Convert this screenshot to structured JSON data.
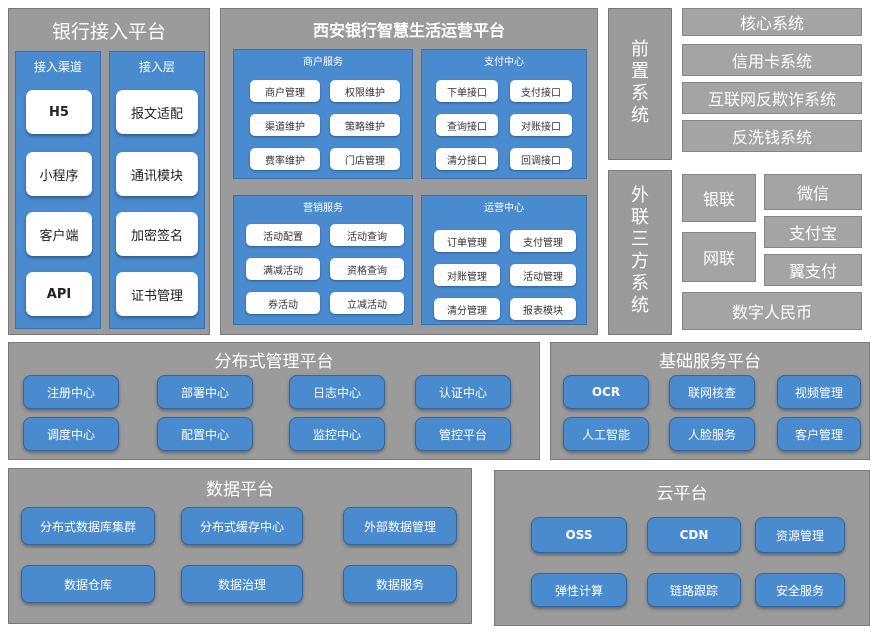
{
  "access": {
    "title": "银行接入平台",
    "channels": {
      "title": "接入渠道",
      "items": [
        "H5",
        "小程序",
        "客户端",
        "API"
      ]
    },
    "layer": {
      "title": "接入层",
      "items": [
        "报文适配",
        "通讯模块",
        "加密签名",
        "证书管理"
      ]
    }
  },
  "smart": {
    "title": "西安银行智慧生活运营平台",
    "merchant": {
      "title": "商户服务",
      "items": [
        "商户管理",
        "权限维护",
        "渠道维护",
        "策略维护",
        "费率维护",
        "门店管理"
      ]
    },
    "payment": {
      "title": "支付中心",
      "items": [
        "下单接口",
        "支付接口",
        "查询接口",
        "对账接口",
        "清分接口",
        "回调接口"
      ]
    },
    "marketing": {
      "title": "营销服务",
      "items": [
        "活动配置",
        "活动查询",
        "满减活动",
        "资格查询",
        "券活动",
        "立减活动"
      ]
    },
    "ops": {
      "title": "运营中心",
      "items": [
        "订单管理",
        "支付管理",
        "对账管理",
        "活动管理",
        "清分管理",
        "报表模块"
      ]
    }
  },
  "front": {
    "title": "前置系统",
    "items": [
      "核心系统",
      "信用卡系统",
      "互联网反欺诈系统",
      "反洗钱系统"
    ]
  },
  "external": {
    "title": "外联三方系统",
    "items": [
      "银联",
      "微信",
      "网联",
      "支付宝",
      "翼支付",
      "数字人民币"
    ]
  },
  "distributed": {
    "title": "分布式管理平台",
    "items": [
      "注册中心",
      "部署中心",
      "日志中心",
      "认证中心",
      "调度中心",
      "配置中心",
      "监控中心",
      "管控平台"
    ]
  },
  "basic": {
    "title": "基础服务平台",
    "items": [
      "OCR",
      "联网核查",
      "视频管理",
      "人工智能",
      "人脸服务",
      "客户管理"
    ]
  },
  "dataplat": {
    "title": "数据平台",
    "items": [
      "分布式数据库集群",
      "分布式缓存中心",
      "外部数据管理",
      "数据仓库",
      "数据治理",
      "数据服务"
    ]
  },
  "cloud": {
    "title": "云平台",
    "items": [
      "OSS",
      "CDN",
      "资源管理",
      "弹性计算",
      "链路跟踪",
      "安全服务"
    ]
  }
}
